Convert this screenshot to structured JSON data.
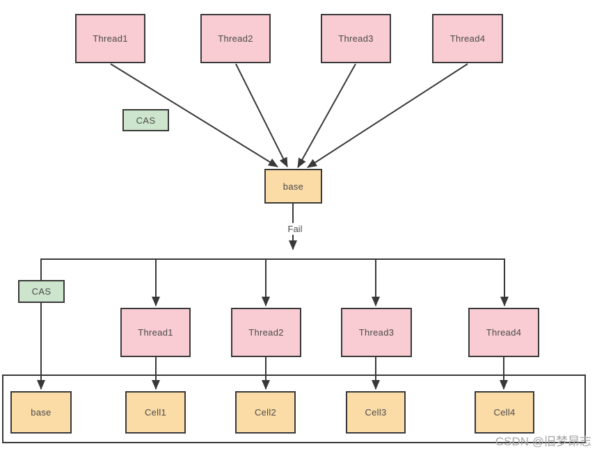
{
  "colors": {
    "pink_fill": "#f8ccd2",
    "orange_fill": "#fbdba6",
    "green_fill": "#cde5cc",
    "border": "#383838",
    "line": "#383838",
    "text": "#4a4a4a",
    "watermark": "#a6a6a6"
  },
  "top_threads": [
    {
      "label": "Thread1"
    },
    {
      "label": "Thread2"
    },
    {
      "label": "Thread3"
    },
    {
      "label": "Thread4"
    }
  ],
  "cas_top": {
    "label": "CAS"
  },
  "base_node": {
    "label": "base"
  },
  "fail_edge": {
    "label": "Fail"
  },
  "cas_bottom": {
    "label": "CAS"
  },
  "tier2_threads": [
    {
      "label": "Thread1"
    },
    {
      "label": "Thread2"
    },
    {
      "label": "Thread3"
    },
    {
      "label": "Thread4"
    }
  ],
  "cells": [
    {
      "label": "base"
    },
    {
      "label": "Cell1"
    },
    {
      "label": "Cell2"
    },
    {
      "label": "Cell3"
    },
    {
      "label": "Cell4"
    }
  ],
  "watermark": "CSDN @旧梦昂志"
}
